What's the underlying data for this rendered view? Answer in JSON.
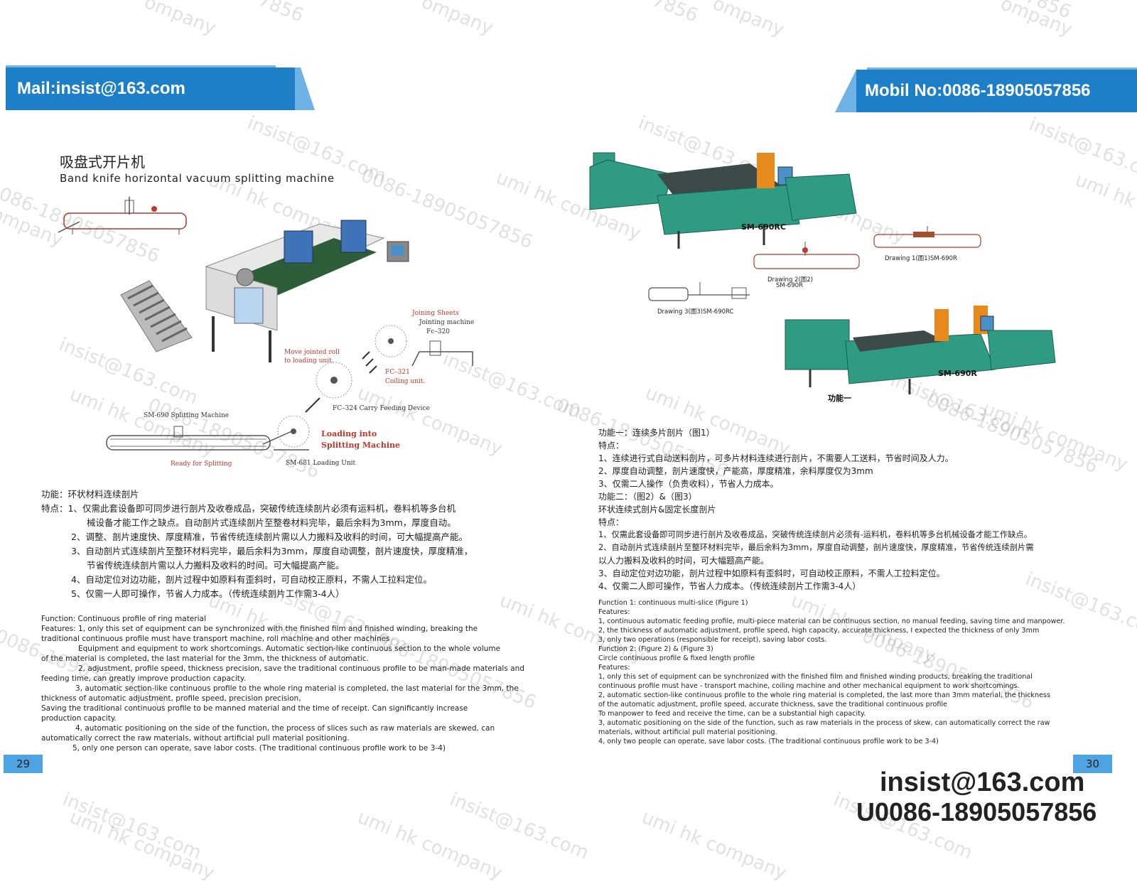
{
  "header": {
    "mail": "Mail:insist@163.com",
    "mobile": "Mobil No:0086-18905057856"
  },
  "watermarks": {
    "company": "umi hk company",
    "email": "insist@163.com",
    "phone": "0086-18905057856",
    "partial_company": "ompany",
    "partial_phone": "7856"
  },
  "left_page": {
    "title_zh": "吸盘式开片机",
    "title_en": "Band knife horizontal vacuum splitting machine",
    "labels": {
      "joining_sheets": "Joining Sheets",
      "jointing_machine": "Jointing machine",
      "fc320": "Fc–320",
      "move_jointed_roll": "Move jointed roll",
      "to_loading_unit": "to loading unit.",
      "fc321": "FC–321",
      "coiling_unit": "Coiling unit.",
      "fc324": "FC–324 Carry Feeding Device",
      "sm690": "SM-690 Splitting Machine",
      "loading_into": "Loading into",
      "splitting_machine": "Splitting Machine",
      "ready_for_splitting": "Ready for Splitting",
      "sm681": "SM-681 Loading Unit"
    },
    "zh_lines": [
      "功能：环状材料连续剖片",
      "特点：1、仅需此套设备即可同步进行剖片及收卷成品，突破传统连续剖片必须有运料机，卷料机等多台机",
      "械设备才能工作之缺点。自动剖片式连续剖片至整卷材料完毕，最后余料为3mm，厚度自动。",
      "2、调整、剖片速度快、厚度精准，节省传统连续剖片需以人力搬料及收料的时间，可大幅提高产能。",
      "3、自动剖片式连续剖片至整环材料完毕，最后余料为3mm，厚度自动调整，剖片速度快，厚度精准，",
      "节省传统连续剖片需以人力搬料及收料的时间。可大幅提高产能。",
      "4、自动定位对边功能，剖片过程中如原料有歪斜时，可自动校正原料，不需人工拉料定位。",
      "5、仅需一人即可操作，节省人力成本。（传统连续剖片工作需3-4人）"
    ],
    "en_lines": [
      "Function: Continuous profile of ring material",
      "Features: 1, only this set of equipment can be synchronized with the finished film and finished winding, breaking the",
      "traditional continuous profile must have transport machine, roll machine and other machines",
      "Equipment and equipment to work shortcomings. Automatic section-like continuous section to the whole volume",
      "of the material is completed, the last material for the 3mm, the thickness of automatic.",
      "2, adjustment, profile speed, thickness precision, save the traditional continuous profile to be man-made materials and",
      "feeding time, can greatly improve production capacity.",
      "3, automatic section-like continuous profile to the whole ring material is completed, the last material for the 3mm, the",
      "thickness of automatic adjustment, profile speed, precision precision,",
      "Saving the traditional continuous profile to be manned material and the time of receipt. Can significantly increase",
      "production capacity.",
      "4, automatic positioning on the side of the function, the process of slices such as raw materials are skewed, can",
      "automatically correct the raw materials, without artificial pull material positioning.",
      "5, only one person can operate, save labor costs. (The traditional continuous profile work to be 3-4)"
    ],
    "page_number": "29"
  },
  "right_page": {
    "labels": {
      "sm690rc": "SM-690RC",
      "drawing1": "Drawing 1(圖1)SM-690R",
      "drawing2a": "Drawing 2(圖2)",
      "drawing2b": "SM-690R",
      "drawing3": "Drawing 3(圖3)SM-690RC",
      "sm690r": "SM-690R",
      "function_one": "功能一"
    },
    "zh_lines": [
      "功能一：连续多片剖片（图1）",
      "特点：",
      "1、连续进行式自动送料剖片，可多片材料连续进行剖片，不需要人工送料，节省时间及人力。",
      "2、厚度自动调整，剖片速度快，产能高，厚度精准，余料厚度仅为3mm",
      "3、仅需二人操作（负责收料），节省人力成本。",
      "功能二：（图2）&（图3）",
      "环状连续式剖片&固定长度剖片",
      "特点：",
      "1、仅需此套设备即可同步进行剖片及收卷成品，突破传统连续剖片必须有-运料机，卷料机等多台机械设备才能工作缺点。",
      "2、自动剖片式连续剖片至整环材料完毕，最后余料为3mm，厚度自动调整，剖片速度快，厚度精准，节省传统连续剖片需",
      "以人力搬料及收料的时间，可大幅题高产能。",
      "3、自动定位对边功能，剖片过程中如原料有歪斜时，可自动校正原料，不需人工拉料定位。",
      "4、仅需二人即可操作，节省人力成本。（传统连续剖片工作需3-4人）"
    ],
    "en_lines": [
      "Function 1: continuous multi-slice (Figure 1)",
      "Features:",
      "1, continuous automatic feeding profile, multi-piece material can be continuous section, no manual feeding, saving time and manpower.",
      "2, the thickness of automatic adjustment, profile speed, high capacity, accurate thickness, I expected the thickness of only 3mm",
      "3, only two operations (responsible for receipt), saving labor costs.",
      "Function 2: (Figure 2) & (Figure 3)",
      "Circle continuous profile & fixed length profile",
      "Features:",
      "1, only this set of equipment can be synchronized with the finished film and finished winding products, breaking the traditional",
      "continuous profile must have - transport machine, coiling machine and other mechanical equipment to work shortcomings.",
      "2, automatic section-like continuous profile to the whole ring material is completed, the last more than 3mm material, the thickness",
      "of the automatic adjustment, profile speed, accurate thickness, save the traditional continuous profile",
      "To manpower to feed and receive the time, can be a substantial high capacity.",
      "3, automatic positioning on the side of the function, such as raw materials in the process of skew, can automatically correct the raw",
      "materials, without artificial pull material positioning.",
      "4, only two people can operate, save labor costs. (The traditional continuous profile work to be 3-4)"
    ],
    "page_number": "30"
  },
  "footer": {
    "email": "insist@163.com",
    "phone": "U0086-18905057856"
  },
  "colors": {
    "banner_blue": "#1e7fc9",
    "banner_light": "#6fb3e6",
    "page_box": "#4ea3e2",
    "machine_green": "#2f9b82",
    "belt_green": "#2e5d3a",
    "label_red": "#c0392b"
  }
}
